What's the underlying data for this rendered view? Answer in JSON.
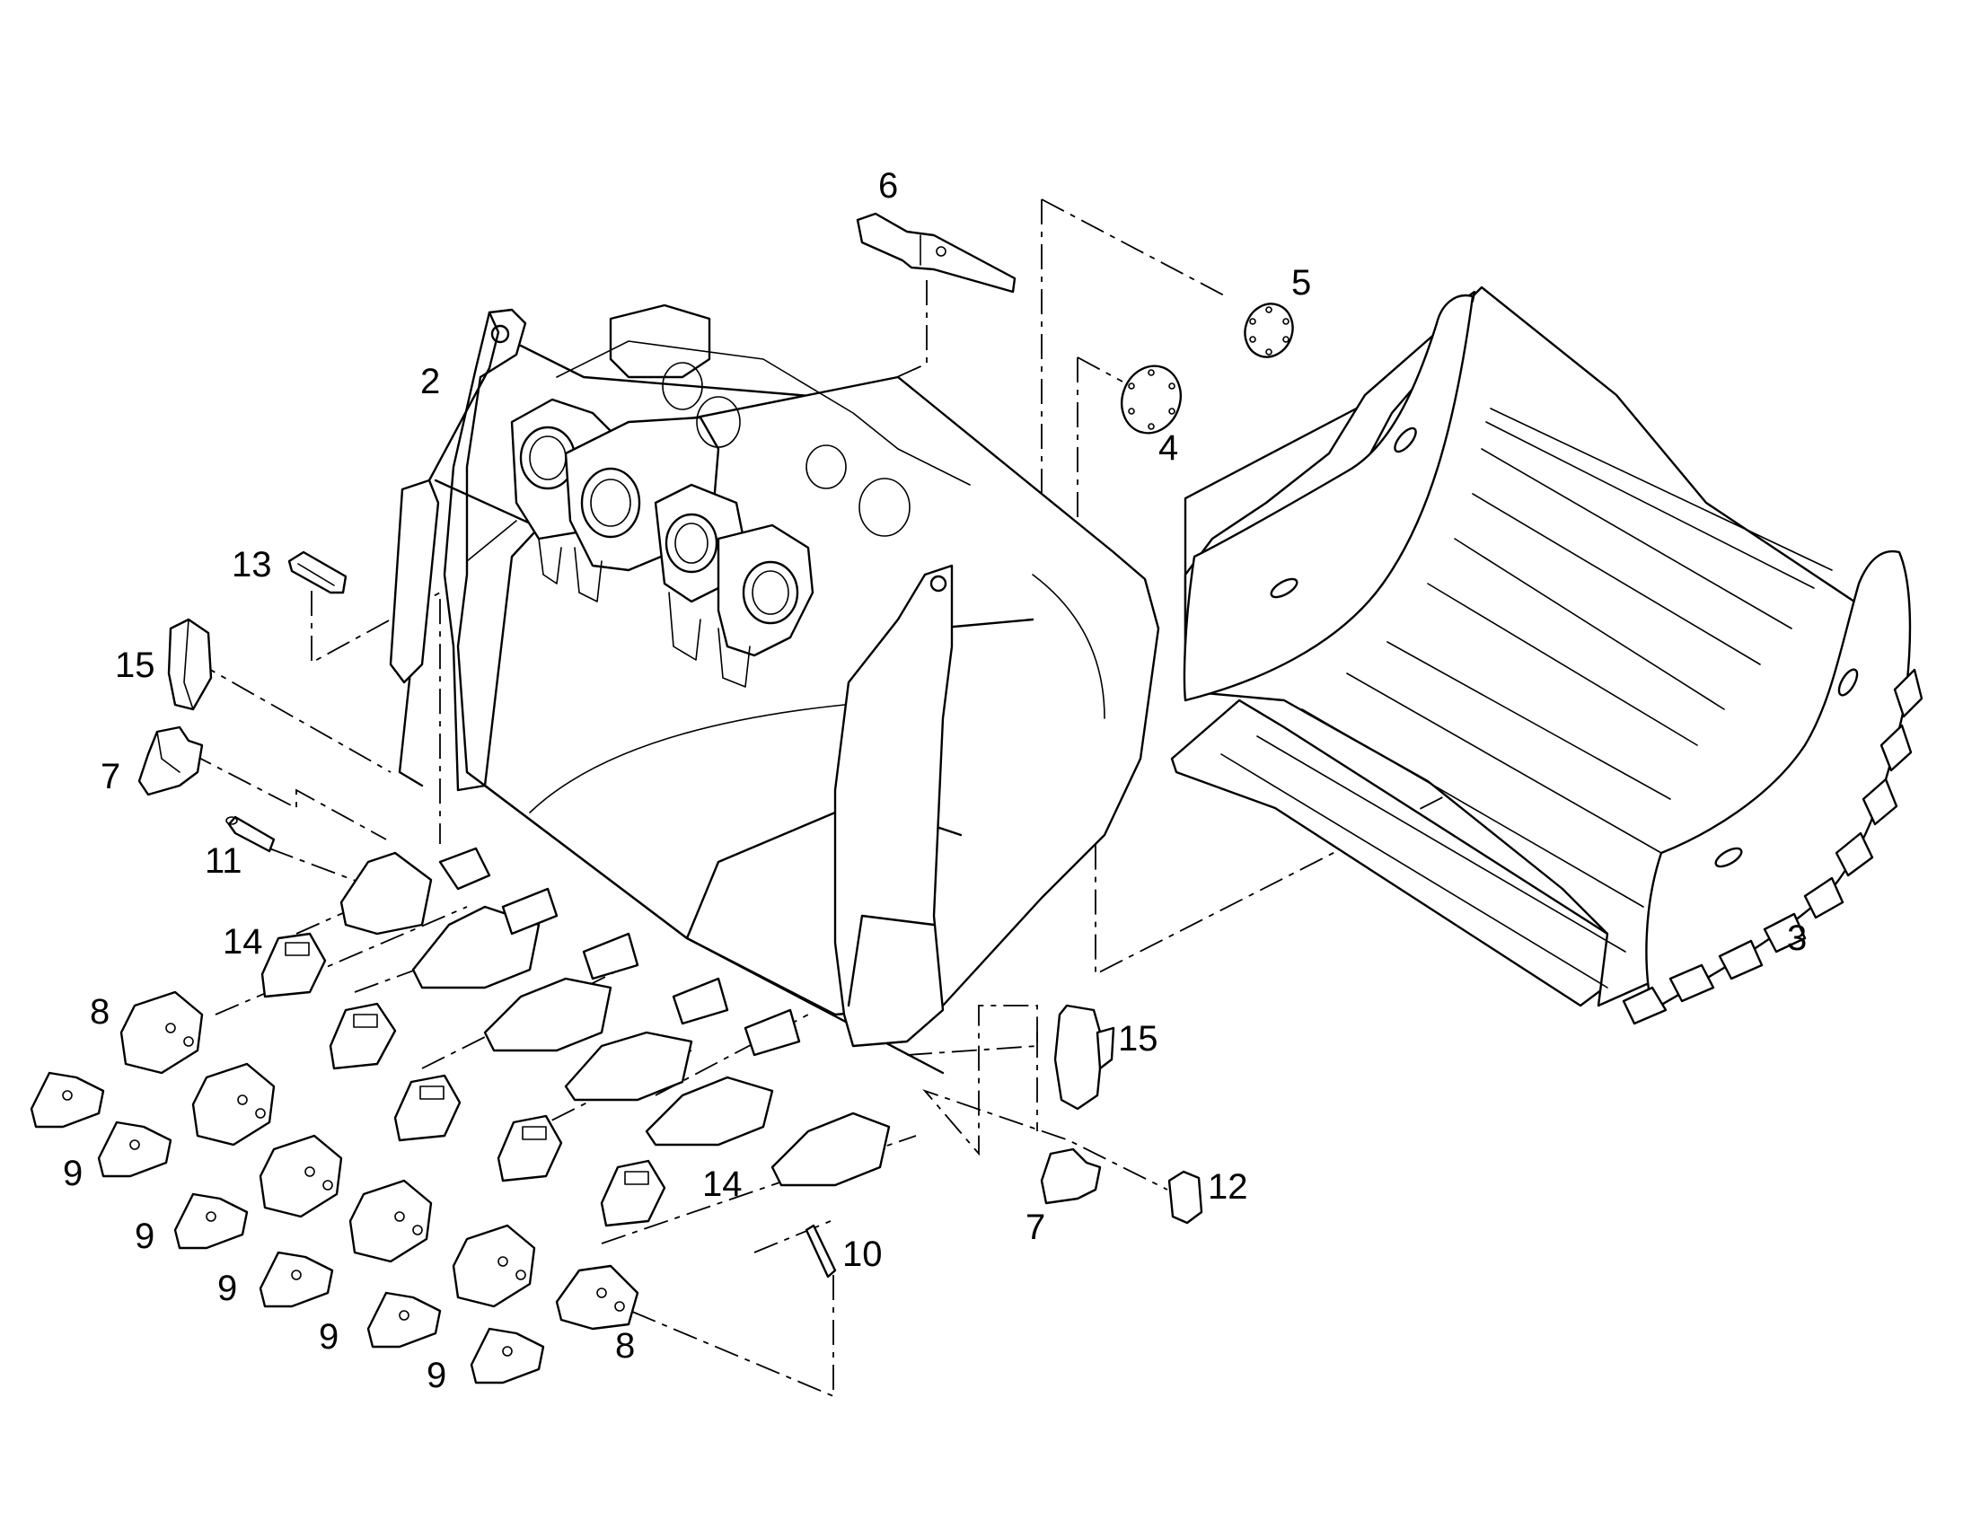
{
  "diagram": {
    "type": "exploded parts diagram",
    "parts": [
      {
        "id": "part-2",
        "label": "2"
      },
      {
        "id": "part-3",
        "label": "3"
      },
      {
        "id": "part-4",
        "label": "4"
      },
      {
        "id": "part-5",
        "label": "5"
      },
      {
        "id": "part-6",
        "label": "6"
      },
      {
        "id": "part-7a",
        "label": "7"
      },
      {
        "id": "part-7b",
        "label": "7"
      },
      {
        "id": "part-8a",
        "label": "8"
      },
      {
        "id": "part-8b",
        "label": "8"
      },
      {
        "id": "part-9a",
        "label": "9"
      },
      {
        "id": "part-9b",
        "label": "9"
      },
      {
        "id": "part-9c",
        "label": "9"
      },
      {
        "id": "part-9d",
        "label": "9"
      },
      {
        "id": "part-9e",
        "label": "9"
      },
      {
        "id": "part-10",
        "label": "10"
      },
      {
        "id": "part-11",
        "label": "11"
      },
      {
        "id": "part-12",
        "label": "12"
      },
      {
        "id": "part-13",
        "label": "13"
      },
      {
        "id": "part-14a",
        "label": "14"
      },
      {
        "id": "part-14b",
        "label": "14"
      },
      {
        "id": "part-15a",
        "label": "15"
      },
      {
        "id": "part-15b",
        "label": "15"
      }
    ]
  }
}
